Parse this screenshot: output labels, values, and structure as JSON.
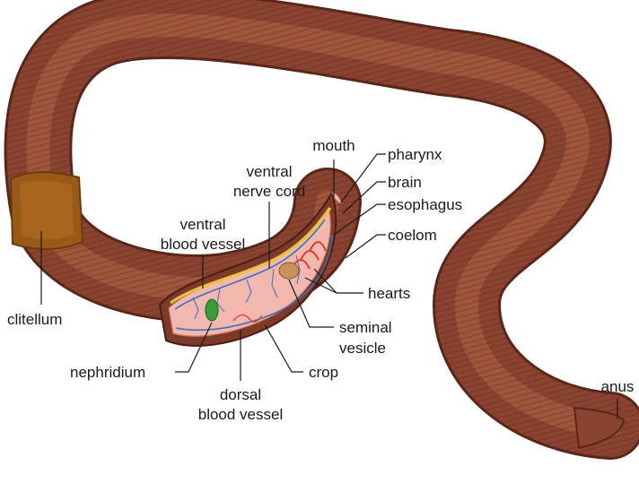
{
  "diagram": {
    "colors": {
      "body_dark": "#6b2f20",
      "body_mid": "#8a4331",
      "body_light": "#a5573d",
      "clitellum": "#9a5a17",
      "cutaway_tissue": "#f2b7ae",
      "nerve_cord": "#e7c63a",
      "blood_vessel": "#3e6fb5",
      "hearts": "#d8402d",
      "nephridium": "#3a9b3a",
      "seminal_vesicle": "#c9925a"
    },
    "labels": {
      "mouth": "mouth",
      "pharynx": "pharynx",
      "ventral_nerve_cord_1": "ventral",
      "ventral_nerve_cord_2": "nerve cord",
      "brain": "brain",
      "esophagus": "esophagus",
      "ventral_blood_vessel_1": "ventral",
      "ventral_blood_vessel_2": "blood vessel",
      "coelom": "coelom",
      "hearts": "hearts",
      "clitellum": "clitellum",
      "seminal_vesicle_1": "seminal",
      "seminal_vesicle_2": "vesicle",
      "nephridium": "nephridium",
      "crop": "crop",
      "dorsal_blood_vessel_1": "dorsal",
      "dorsal_blood_vessel_2": "blood vessel",
      "anus": "anus"
    }
  }
}
